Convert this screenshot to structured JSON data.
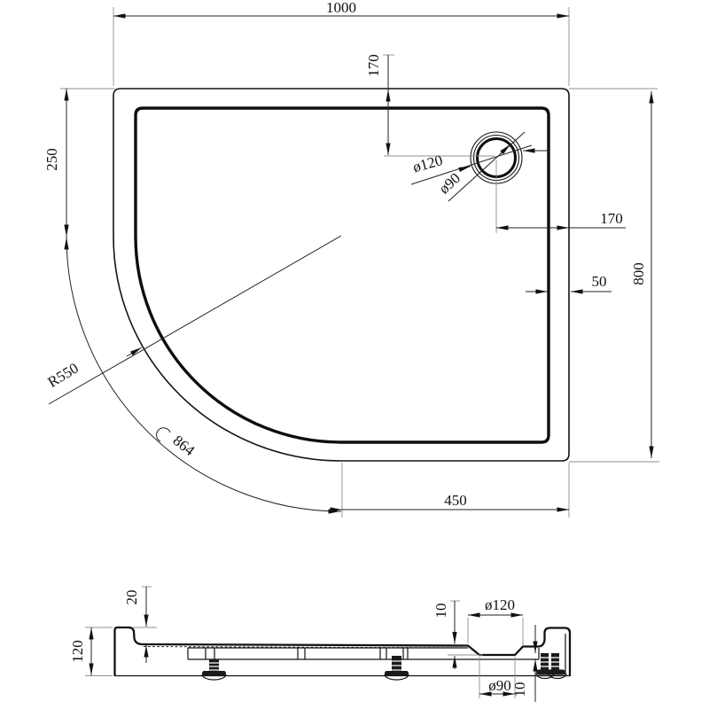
{
  "top_view": {
    "width": "1000",
    "height": "800",
    "left_straight": "250",
    "drain_offset_top": "170",
    "drain_offset_right": "170",
    "rim_width": "50",
    "corner_radius": "R550",
    "corner_arc_length": "864",
    "bottom_straight": "450",
    "drain_outer_dia": "ø120",
    "drain_inner_dia": "ø90"
  },
  "section_view": {
    "lip_drop": "20",
    "total_height": "120",
    "recess_depth": "10",
    "recess_outer_dia": "ø120",
    "recess_inner_dia": "ø90",
    "waste_boss_height": "10"
  }
}
